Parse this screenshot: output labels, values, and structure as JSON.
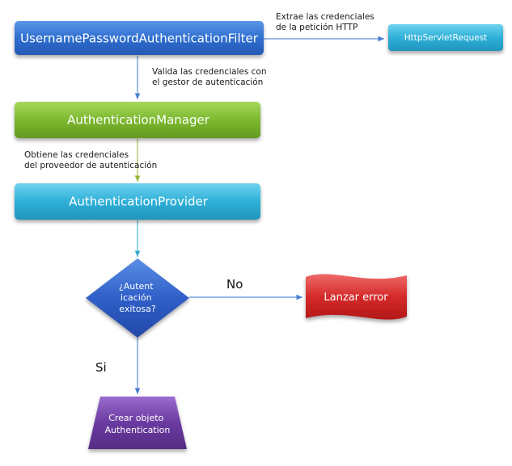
{
  "nodes": {
    "filter": {
      "label": "UsernamePasswordAuthenticationFilter"
    },
    "request": {
      "label": "HttpServletRequest"
    },
    "manager": {
      "label": "AuthenticationManager"
    },
    "provider": {
      "label": "AuthenticationProvider"
    },
    "decision": {
      "lines": [
        "¿Autent",
        "icación",
        "exitosa?"
      ]
    },
    "error": {
      "label": "Lanzar error"
    },
    "create": {
      "lines": [
        "Crear objeto",
        "Authentication"
      ]
    }
  },
  "annotations": {
    "extract": [
      "Extrae las credenciales",
      "de la petición HTTP"
    ],
    "validate": [
      "Valida las credenciales con",
      "el gestor de autenticación"
    ],
    "obtain": [
      "Obtiene las credenciales",
      "del proveedor de autenticación"
    ]
  },
  "branches": {
    "no": "No",
    "yes": "Si"
  },
  "colors": {
    "filter": "#2f6fd0",
    "request": "#2fb0d8",
    "manager": "#7cb82f",
    "provider": "#2fb0d8",
    "decision": "#2f5fc8",
    "error": "#d42a2a",
    "create": "#6a3aa0",
    "connector_blue": "#5b8fd6",
    "connector_cyan": "#3fb8d8",
    "connector_green": "#a4c24a"
  }
}
